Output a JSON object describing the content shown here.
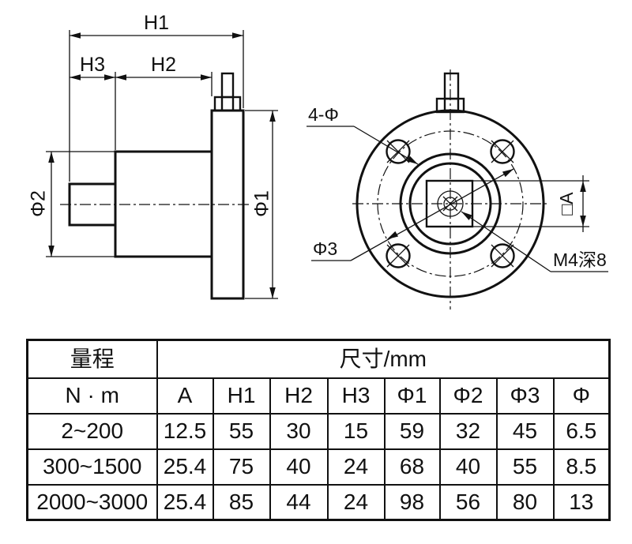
{
  "colors": {
    "ink": "#111111",
    "background": "#ffffff"
  },
  "drawing": {
    "side_view_labels": {
      "h1": "H1",
      "h3": "H3",
      "h2": "H2",
      "phi2": "Φ2",
      "phi1": "Φ1"
    },
    "front_view_labels": {
      "bolt_holes": "4-Φ",
      "bolt_circle": "Φ3",
      "square_shaft": "□A",
      "center_hole": "M4深8"
    }
  },
  "table": {
    "header_range": "量程",
    "header_dims": "尺寸/mm",
    "header_row2": [
      "N · m",
      "A",
      "H1",
      "H2",
      "H3",
      "Φ1",
      "Φ2",
      "Φ3",
      "Φ"
    ],
    "rows": [
      [
        "2~200",
        "12.5",
        "55",
        "30",
        "15",
        "59",
        "32",
        "45",
        "6.5"
      ],
      [
        "300~1500",
        "25.4",
        "75",
        "40",
        "24",
        "68",
        "40",
        "55",
        "8.5"
      ],
      [
        "2000~3000",
        "25.4",
        "85",
        "44",
        "24",
        "98",
        "56",
        "80",
        "13"
      ]
    ]
  }
}
